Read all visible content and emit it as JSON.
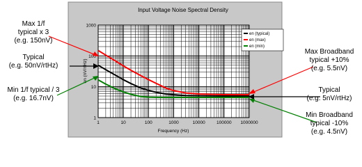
{
  "chart_data": {
    "type": "line",
    "title": "Input Voltage Noise Spectral Density",
    "xlabel": "Frequency (Hz)",
    "ylabel": "en (nV/rtHz)",
    "xscale": "log",
    "yscale": "log",
    "xlim": [
      1,
      1000000
    ],
    "ylim": [
      1,
      1000
    ],
    "x_ticks": [
      "1",
      "10",
      "100",
      "1000",
      "10000",
      "100000",
      "1000000"
    ],
    "y_ticks": [
      "1",
      "10",
      "100",
      "1000"
    ],
    "grid": true,
    "legend_position": "top-right",
    "x": [
      1,
      2,
      3,
      5,
      10,
      20,
      50,
      100,
      200,
      500,
      1000,
      3000,
      10000,
      100000,
      1000000
    ],
    "series": [
      {
        "name": "en (typical)",
        "color": "#000000",
        "values": [
          50,
          35.7,
          29.6,
          23.5,
          16.9,
          12.7,
          9.1,
          7.6,
          6.6,
          5.8,
          5.5,
          5.2,
          5.1,
          5.0,
          5.0
        ]
      },
      {
        "name": "en (max)",
        "color": "#ff0000",
        "values": [
          150,
          106.2,
          86.7,
          67.5,
          47.5,
          34.1,
          22.8,
          17.0,
          12.9,
          9.0,
          7.5,
          6.3,
          5.8,
          5.55,
          5.5
        ]
      },
      {
        "name": "en (min)",
        "color": "#008000",
        "values": [
          16.7,
          12.2,
          10.4,
          8.5,
          6.8,
          5.7,
          4.8,
          4.6,
          4.55,
          4.5,
          4.5,
          4.5,
          4.5,
          4.5,
          4.5
        ]
      }
    ]
  },
  "annotations": {
    "max_1f": [
      "Max 1/f",
      "typical x 3",
      "(e.g. 150nV)"
    ],
    "typical_left": [
      "Typical",
      "(e.g. 50nV/rtHz)"
    ],
    "min_1f": [
      "Min 1/f typical / 3",
      "(e.g. 16.7nV)"
    ],
    "max_broadband": [
      "Max Broadband",
      "typical +10%",
      "(e.g. 5.5nV)"
    ],
    "typical_right": [
      "Typical",
      "(e.g. 5nV/rtHz)"
    ],
    "min_broadband": [
      "Min Broadband",
      "typical -10%",
      "(e.g. 4.5nV)"
    ]
  },
  "colors": {
    "max": "#ff0000",
    "typical": "#000000",
    "min": "#008000",
    "plot_background": "#ffffff",
    "frame_background": "#c8c8c8"
  }
}
